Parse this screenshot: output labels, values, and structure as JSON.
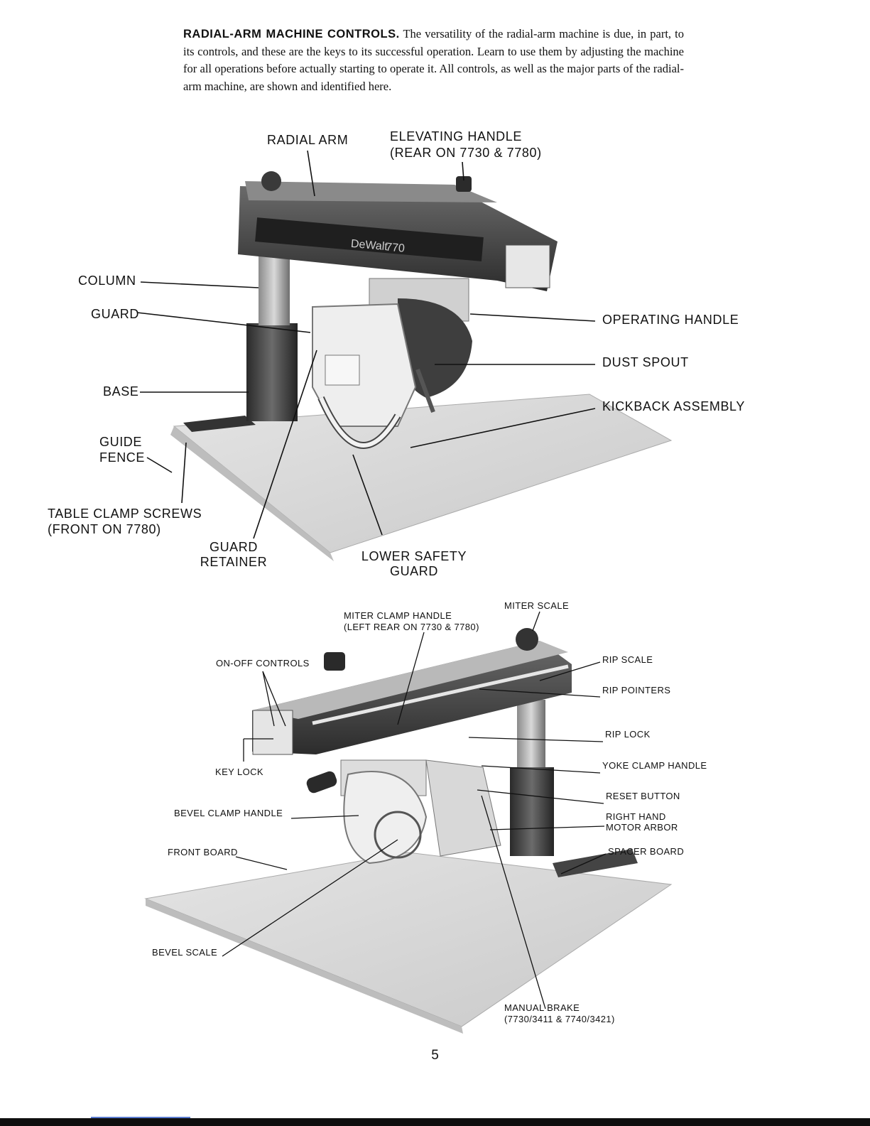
{
  "intro": {
    "lead": "RADIAL-ARM MACHINE CONTROLS.",
    "body": " The versatility of the radial-arm machine is due, in part, to its controls, and these are the keys to its successful operation. Learn to use them by adjusting the machine for all operations before actually starting to operate it. All controls, as well as the major parts of the radial-arm machine, are shown and identified here."
  },
  "figure1": {
    "machine_text": {
      "brand": "DeWalt",
      "model": "770"
    },
    "labels": {
      "radial_arm": "RADIAL ARM",
      "elevating_handle_1": "ELEVATING HANDLE",
      "elevating_handle_2": "(REAR ON 7730 & 7780)",
      "column": "COLUMN",
      "guard": "GUARD",
      "base": "BASE",
      "guide": "GUIDE",
      "fence": "FENCE",
      "table_clamp_1": "TABLE CLAMP SCREWS",
      "table_clamp_2": "(FRONT ON 7780)",
      "guard_retainer_1": "GUARD",
      "guard_retainer_2": "RETAINER",
      "lower_safety_1": "LOWER SAFETY",
      "lower_safety_2": "GUARD",
      "operating_handle": "OPERATING HANDLE",
      "dust_spout": "DUST SPOUT",
      "kickback_assembly": "KICKBACK ASSEMBLY"
    }
  },
  "figure2": {
    "labels": {
      "miter_scale": "MITER SCALE",
      "miter_clamp_1": "MITER CLAMP HANDLE",
      "miter_clamp_2": "(LEFT REAR ON 7730 & 7780)",
      "on_off_controls": "ON-OFF CONTROLS",
      "key_lock": "KEY LOCK",
      "bevel_clamp_handle": "BEVEL CLAMP HANDLE",
      "front_board": "FRONT BOARD",
      "bevel_scale": "BEVEL SCALE",
      "rip_scale": "RIP SCALE",
      "rip_pointers": "RIP POINTERS",
      "rip_lock": "RIP LOCK",
      "yoke_clamp_handle": "YOKE CLAMP HANDLE",
      "reset_button": "RESET BUTTON",
      "right_hand_1": "RIGHT HAND",
      "right_hand_2": "MOTOR ARBOR",
      "spacer_board": "SPACER BOARD",
      "manual_brake_1": "MANUAL BRAKE",
      "manual_brake_2": "(7730/3411 & 7740/3421)"
    }
  },
  "page_number": "5"
}
